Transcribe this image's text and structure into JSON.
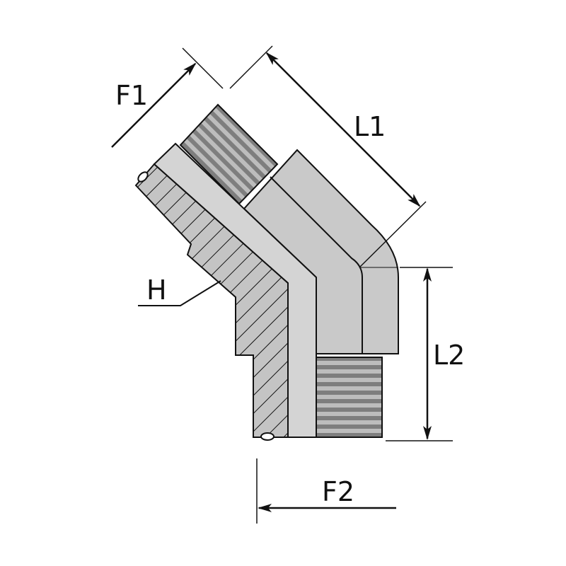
{
  "diagram": {
    "labels": {
      "f1": "F1",
      "l1": "L1",
      "h": "H",
      "l2": "L2",
      "f2": "F2"
    },
    "colors": {
      "body": "#c8c8c8",
      "band": "#d6d6d6",
      "thread_dark": "#7a7a7a",
      "thread_light": "#b9b9b9",
      "outline": "#111111"
    }
  }
}
